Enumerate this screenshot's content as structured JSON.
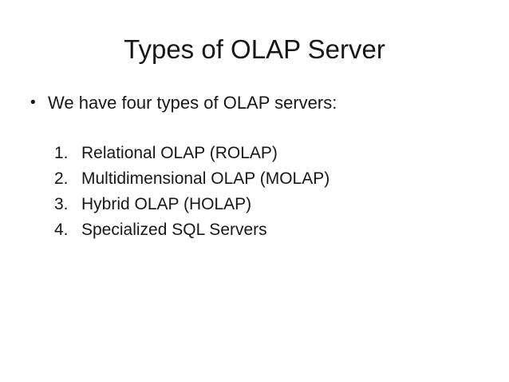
{
  "slide": {
    "title": "Types of OLAP Server",
    "bullet": {
      "marker": "•",
      "text": "We have four types of OLAP servers:"
    },
    "list": {
      "items": [
        {
          "number": "1.",
          "text": "Relational OLAP (ROLAP)"
        },
        {
          "number": "2.",
          "text": "Multidimensional OLAP (MOLAP)"
        },
        {
          "number": "3.",
          "text": "Hybrid OLAP (HOLAP)"
        },
        {
          "number": "4.",
          "text": "Specialized SQL Servers"
        }
      ]
    },
    "colors": {
      "background": "#ffffff",
      "text": "#171717"
    }
  }
}
